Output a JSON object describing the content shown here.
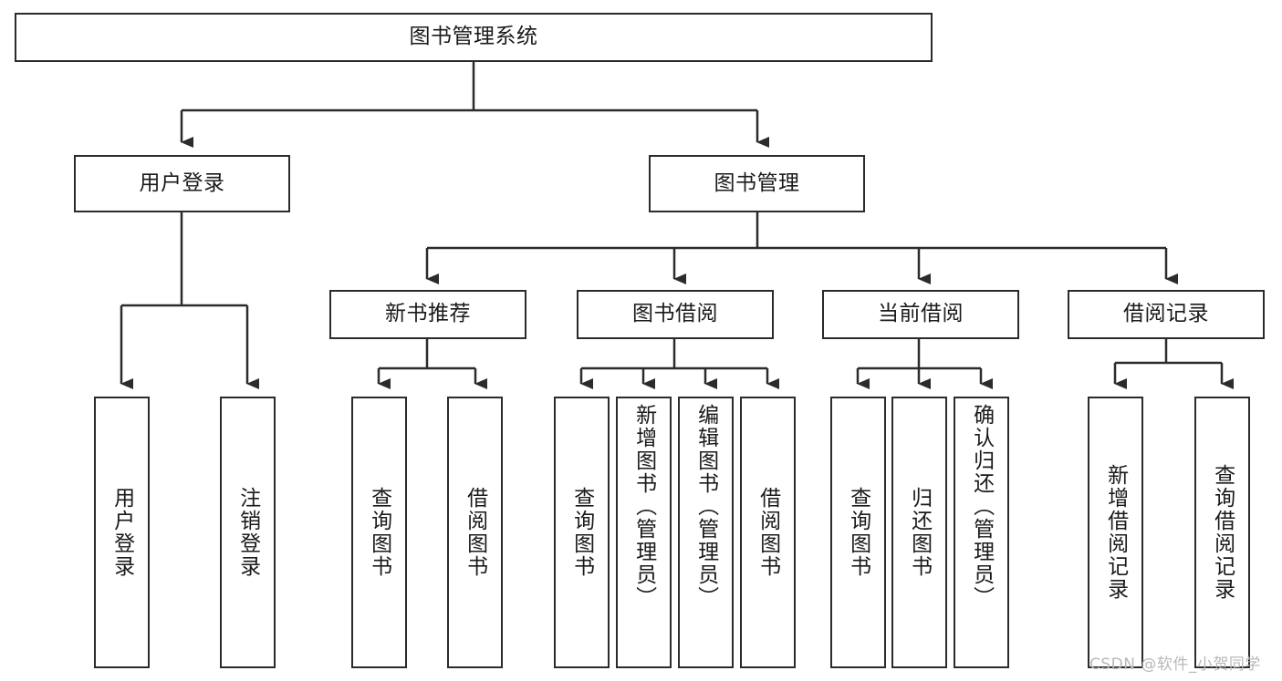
{
  "diagram": {
    "type": "tree-hierarchy",
    "title": "图书管理系统",
    "style": {
      "box_fill": "#ffffff",
      "box_stroke": "#2b2b2b",
      "text_color": "#1a1a1a",
      "line_color": "#2b2b2b",
      "background": "#ffffff"
    },
    "root": {
      "id": "root",
      "label": "图书管理系统"
    },
    "level2": [
      {
        "id": "user-login",
        "label": "用户登录"
      },
      {
        "id": "book-manage",
        "label": "图书管理"
      }
    ],
    "level3": [
      {
        "id": "new-book-rec",
        "label": "新书推荐"
      },
      {
        "id": "book-borrow",
        "label": "图书借阅"
      },
      {
        "id": "current-borrow",
        "label": "当前借阅"
      },
      {
        "id": "borrow-record",
        "label": "借阅记录"
      }
    ],
    "leaves": [
      {
        "id": "leaf-user-login",
        "label": "用户登录",
        "parent": "user-login"
      },
      {
        "id": "leaf-logout-login",
        "label": "注销登录",
        "parent": "user-login"
      },
      {
        "id": "leaf-query-book-1",
        "label": "查询图书",
        "parent": "new-book-rec"
      },
      {
        "id": "leaf-borrow-book-1",
        "label": "借阅图书",
        "parent": "new-book-rec"
      },
      {
        "id": "leaf-query-book-2",
        "label": "查询图书",
        "parent": "book-borrow"
      },
      {
        "id": "leaf-add-book",
        "label": "新增图书（管理员）",
        "parent": "book-borrow"
      },
      {
        "id": "leaf-edit-book",
        "label": "编辑图书（管理员）",
        "parent": "book-borrow"
      },
      {
        "id": "leaf-borrow-book-2",
        "label": "借阅图书",
        "parent": "book-borrow"
      },
      {
        "id": "leaf-query-book-3",
        "label": "查询图书",
        "parent": "current-borrow"
      },
      {
        "id": "leaf-return-book",
        "label": "归还图书",
        "parent": "current-borrow"
      },
      {
        "id": "leaf-confirm-return",
        "label": "确认归还（管理员）",
        "parent": "current-borrow"
      },
      {
        "id": "leaf-add-record",
        "label": "新增借阅记录",
        "parent": "borrow-record"
      },
      {
        "id": "leaf-query-record",
        "label": "查询借阅记录",
        "parent": "borrow-record"
      }
    ]
  },
  "watermark": {
    "text": "CSDN @软件_小贺同学"
  }
}
